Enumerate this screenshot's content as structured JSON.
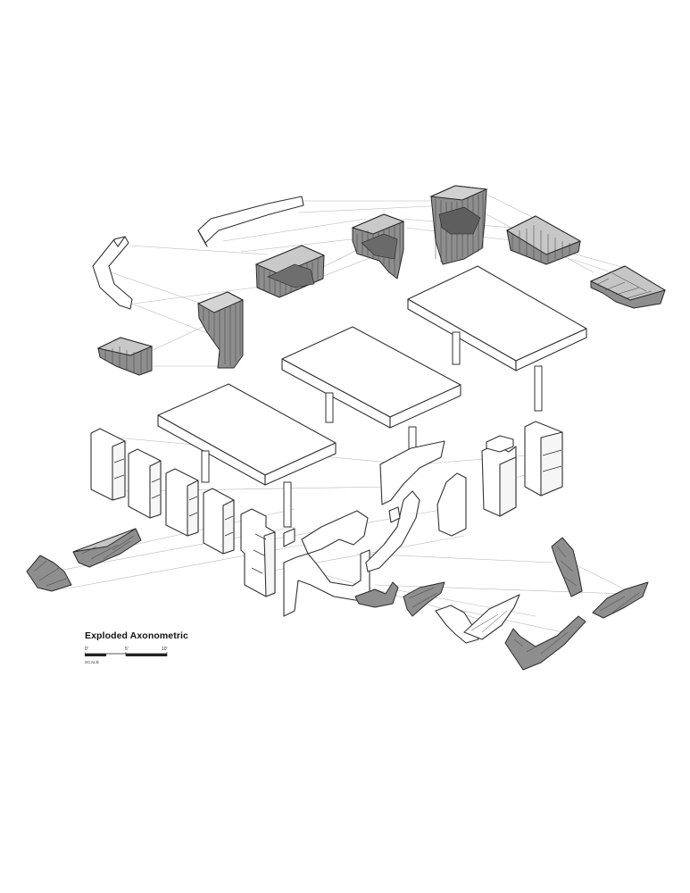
{
  "title": "Exploded Axonometric",
  "scale": {
    "ticks": [
      "0'",
      "5'",
      "10'"
    ],
    "label": "SCALE"
  },
  "colors": {
    "line": "#333333",
    "shade": "#8e8e8e",
    "projection": "#b8b8b8",
    "background": "#ffffff"
  }
}
